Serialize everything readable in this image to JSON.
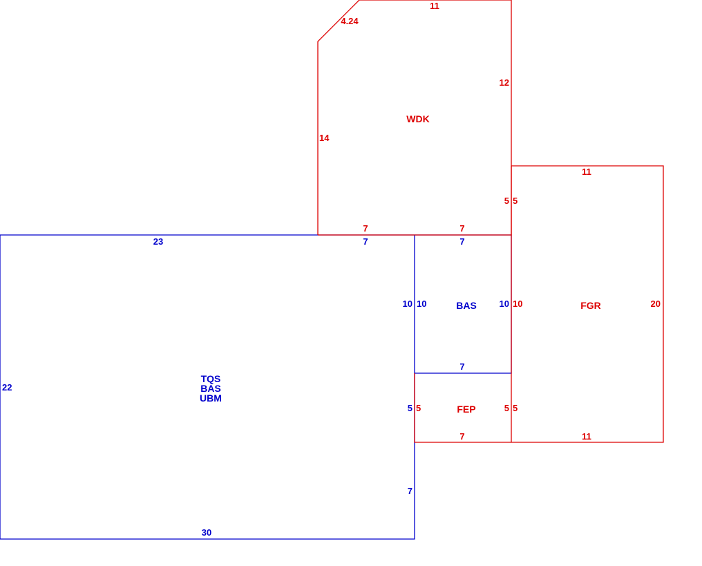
{
  "colors": {
    "blue": "#0000cc",
    "red": "#dd0000"
  },
  "areas": {
    "main": {
      "codes": [
        "TQS",
        "BAS",
        "UBM"
      ]
    },
    "bas": {
      "code": "BAS"
    },
    "wdk": {
      "code": "WDK"
    },
    "fgr": {
      "code": "FGR"
    },
    "fep": {
      "code": "FEP"
    }
  },
  "dims": {
    "main_top_left": "23",
    "main_top_right": "7",
    "main_left": "22",
    "main_right_upper": "10",
    "main_right_mid": "5",
    "main_right_lower": "7",
    "main_bottom": "30",
    "bas_top": "7",
    "bas_left": "10",
    "bas_right": "10",
    "bas_bottom": "7",
    "wdk_top": "11",
    "wdk_diag": "4.24",
    "wdk_left": "14",
    "wdk_right": "12",
    "wdk_right_lower": "5",
    "wdk_bottom_left": "7",
    "wdk_bottom_right": "7",
    "fgr_top": "11",
    "fgr_left_upper": "5",
    "fgr_left_mid": "10",
    "fgr_left_lower": "5",
    "fgr_right": "20",
    "fgr_bottom": "11",
    "fep_left": "5",
    "fep_right": "5",
    "fep_bottom": "7"
  }
}
